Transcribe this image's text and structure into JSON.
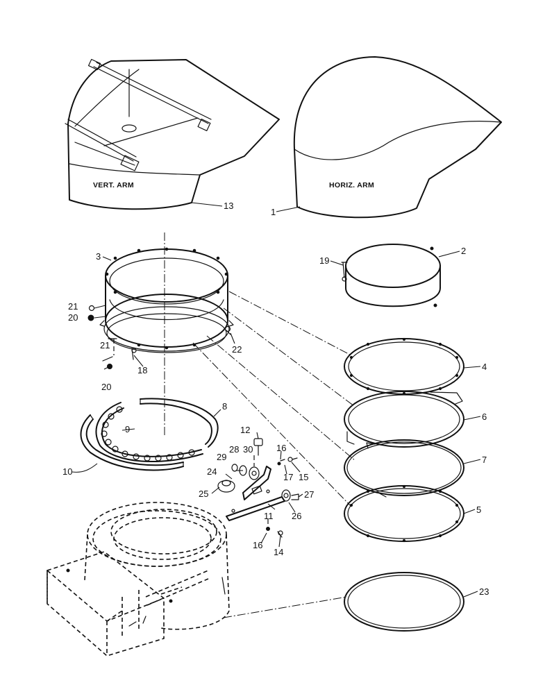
{
  "hood_labels": {
    "vertical": "VERT. ARM",
    "horizontal": "HORIZ. ARM"
  },
  "callouts": {
    "c1": "1",
    "c2": "2",
    "c3": "3",
    "c4": "4",
    "c5": "5",
    "c6": "6",
    "c7": "7",
    "c8": "8",
    "c9": "9",
    "c10": "10",
    "c11": "11",
    "c12": "12",
    "c13": "13",
    "c14": "14",
    "c15": "15",
    "c16a": "16",
    "c16b": "16",
    "c17": "17",
    "c18": "18",
    "c19": "19",
    "c20a": "20",
    "c20b": "20",
    "c21a": "21",
    "c21b": "21",
    "c22": "22",
    "c23": "23",
    "c24": "24",
    "c25": "25",
    "c26": "26",
    "c27": "27",
    "c28": "28",
    "c29": "29",
    "c30": "30"
  }
}
